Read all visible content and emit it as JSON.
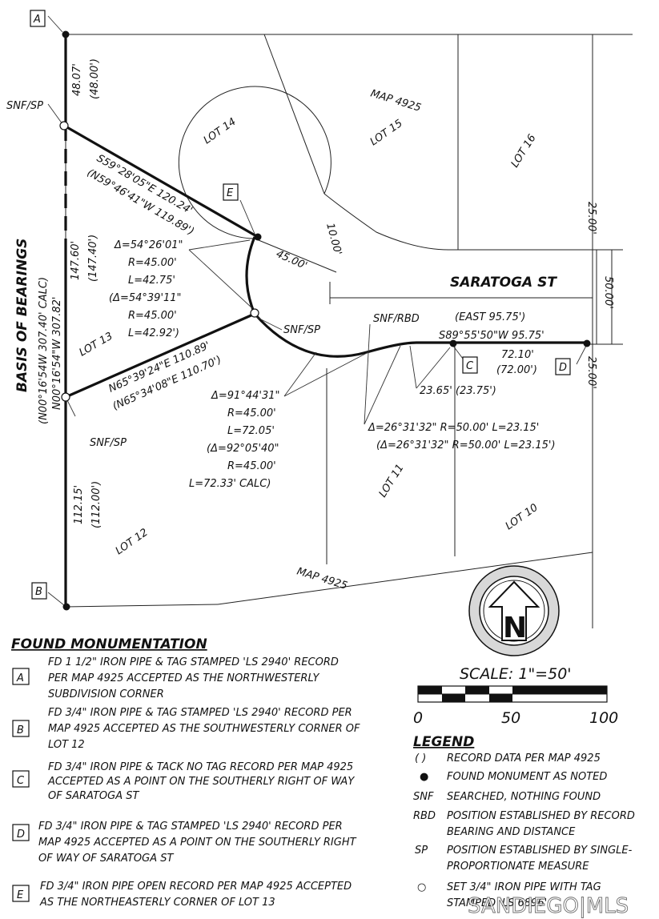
{
  "points": {
    "A": "A",
    "B": "B",
    "C": "C",
    "D": "D",
    "E": "E"
  },
  "labels": {
    "map_top": "MAP 4925",
    "map_bottom": "MAP 4925",
    "lot14": "LOT 14",
    "lot15": "LOT 15",
    "lot16": "LOT 16",
    "lot13": "LOT 13",
    "lot12": "LOT 12",
    "lot11": "LOT 11",
    "lot10": "LOT 10",
    "street": "SARATOGA ST",
    "basis": "BASIS OF BEARINGS",
    "snf_sp_1": "SNF/SP",
    "snf_sp_2": "SNF/SP",
    "snf_sp_3": "SNF/SP",
    "snf_rbd": "SNF/RBD"
  },
  "dimensions": {
    "top_left_dist": "48.07'",
    "top_left_rec": "(48.00')",
    "brg_se": "S59°28'05\"E  120.24'",
    "brg_se_rec": "(N59°46'41\"W 119.89')",
    "left_dist": "147.60'",
    "left_rec": "(147.40')",
    "basis_rec": "(N00°16'54W 307.40' CALC)",
    "basis_brg": "N00°16'54\"W  307.82'",
    "bottom_left_dist": "112.15'",
    "bottom_left_rec": "(112.00')",
    "brg_ne": "N65°39'24\"E  110.89'",
    "brg_ne_rec": "(N65°34'08\"E 110.70')",
    "radius45": "45.00'",
    "d10": "10.00'",
    "d25_top": "25.00'",
    "d50": "50.00'",
    "d25_bot": "25.00'",
    "east_rec": "(EAST 95.75')",
    "brg_street": "S89°55'50\"W   95.75'",
    "d72": "72.10'",
    "d72_rec": "(72.00')",
    "d2365": "23.65' (23.75')"
  },
  "curves": {
    "c1": [
      "Δ=54°26'01\"",
      "R=45.00'",
      "L=42.75'",
      "(Δ=54°39'11\"",
      "R=45.00'",
      "L=42.92')"
    ],
    "c2": [
      "Δ=91°44'31\"",
      "R=45.00'",
      "L=72.05'",
      "(Δ=92°05'40\"",
      "R=45.00'",
      "L=72.33' CALC)"
    ],
    "c3": [
      "Δ=26°31'32\"  R=50.00'  L=23.15'",
      "(Δ=26°31'32\"  R=50.00'  L=23.15')"
    ]
  },
  "north_arrow": {
    "letter": "N"
  },
  "scale": {
    "title": "SCALE:  1\"=50'",
    "ticks": [
      "0",
      "50",
      "100"
    ]
  },
  "monumentation": {
    "title": "FOUND MONUMENTATION",
    "items": [
      {
        "tag": "A",
        "lines": [
          "FD 1 1/2\" IRON PIPE & TAG STAMPED 'LS 2940' RECORD",
          "PER MAP 4925 ACCEPTED AS THE NORTHWESTERLY",
          "SUBDIVISION CORNER"
        ]
      },
      {
        "tag": "B",
        "lines": [
          "FD 3/4\" IRON PIPE & TAG STAMPED 'LS 2940' RECORD PER",
          "MAP 4925 ACCEPTED AS THE SOUTHWESTERLY CORNER OF",
          "LOT 12"
        ]
      },
      {
        "tag": "C",
        "lines": [
          "FD 3/4\" IRON PIPE & TACK NO TAG RECORD PER MAP 4925",
          "ACCEPTED AS A POINT ON THE SOUTHERLY RIGHT OF WAY",
          "OF SARATOGA ST"
        ]
      },
      {
        "tag": "D",
        "lines": [
          "FD 3/4\" IRON PIPE & TAG STAMPED 'LS 2940' RECORD PER",
          "MAP 4925 ACCEPTED AS A POINT ON THE SOUTHERLY RIGHT",
          "OF WAY OF SARATOGA ST"
        ]
      },
      {
        "tag": "E",
        "lines": [
          "FD 3/4\" IRON PIPE OPEN RECORD PER MAP 4925 ACCEPTED",
          "AS THE NORTHEASTERLY CORNER OF LOT 13"
        ]
      }
    ]
  },
  "legend": {
    "title": "LEGEND",
    "items": [
      {
        "symbol": "( )",
        "lines": [
          "RECORD DATA PER MAP 4925"
        ]
      },
      {
        "symbol": "●",
        "lines": [
          "FOUND MONUMENT AS NOTED"
        ]
      },
      {
        "symbol": "SNF",
        "lines": [
          "SEARCHED, NOTHING FOUND"
        ]
      },
      {
        "symbol": "RBD",
        "lines": [
          "POSITION ESTABLISHED BY RECORD",
          "BEARING AND DISTANCE"
        ]
      },
      {
        "symbol": "SP",
        "lines": [
          "POSITION ESTABLISHED BY SINGLE-",
          "PROPORTIONATE MEASURE"
        ]
      },
      {
        "symbol": "○",
        "lines": [
          "SET 3/4\" IRON PIPE  WITH TAG",
          "STAMPED 'LS 6896'"
        ]
      }
    ]
  },
  "watermark": "SANDIEGO|MLS"
}
